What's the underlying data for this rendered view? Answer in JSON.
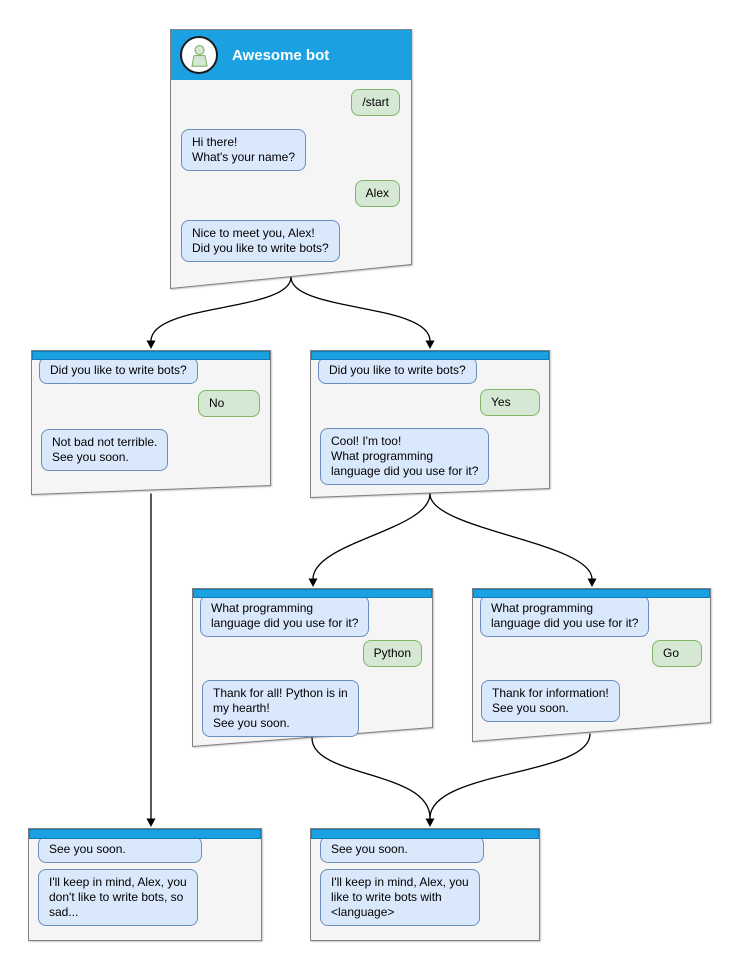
{
  "windows": [
    {
      "id": "main",
      "title": "Awesome bot",
      "messages": [
        {
          "from": "user",
          "text": "/start"
        },
        {
          "from": "bot",
          "text": "Hi there!\nWhat's your name?"
        },
        {
          "from": "user",
          "text": "Alex"
        },
        {
          "from": "bot",
          "text": "Nice to meet you, Alex!\nDid you like to write bots?"
        }
      ]
    },
    {
      "id": "branch-no",
      "messages": [
        {
          "from": "bot",
          "text": "Did you like to write bots?"
        },
        {
          "from": "user",
          "text": "No"
        },
        {
          "from": "bot",
          "text": "Not bad not terrible.\nSee you soon."
        }
      ]
    },
    {
      "id": "branch-yes",
      "messages": [
        {
          "from": "bot",
          "text": "Did you like to write bots?"
        },
        {
          "from": "user",
          "text": "Yes"
        },
        {
          "from": "bot",
          "text": "Cool! I'm too!\nWhat programming\nlanguage did you use for it?"
        }
      ]
    },
    {
      "id": "branch-python",
      "messages": [
        {
          "from": "bot",
          "text": "What programming\nlanguage did you use for it?"
        },
        {
          "from": "user",
          "text": "Python"
        },
        {
          "from": "bot",
          "text": "Thank for all! Python is in\nmy hearth!\nSee you soon."
        }
      ]
    },
    {
      "id": "branch-go",
      "messages": [
        {
          "from": "bot",
          "text": "What programming\nlanguage did you use for it?"
        },
        {
          "from": "user",
          "text": "Go"
        },
        {
          "from": "bot",
          "text": "Thank for information!\nSee you soon."
        }
      ]
    },
    {
      "id": "end-no",
      "messages": [
        {
          "from": "bot",
          "text": "See you soon."
        },
        {
          "from": "bot",
          "text": "I'll keep in mind, Alex, you\ndon't like to write bots, so\nsad..."
        }
      ]
    },
    {
      "id": "end-yes",
      "messages": [
        {
          "from": "bot",
          "text": "See you soon."
        },
        {
          "from": "bot",
          "text": "I'll keep in mind, Alex, you\nlike to write bots with\n<language>"
        }
      ]
    }
  ],
  "icons": {
    "avatar": "person-icon"
  },
  "colors": {
    "header_blue": "#1ba1e2",
    "header_border": "#0e7dbd",
    "window_fill": "#f5f5f5",
    "window_border": "#808080",
    "bot_bubble_fill": "#dae8fc",
    "bot_bubble_border": "#6c8ebf",
    "user_bubble_fill": "#d5e8d4",
    "user_bubble_border": "#82b366",
    "arrow": "#000000",
    "title_text": "#ffffff"
  }
}
